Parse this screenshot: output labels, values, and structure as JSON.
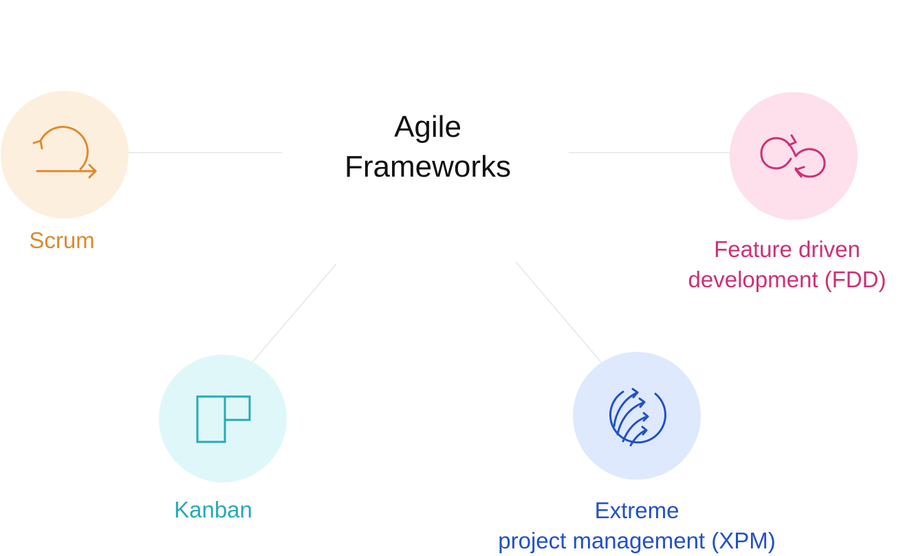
{
  "center": {
    "title_line1": "Agile",
    "title_line2": "Frameworks"
  },
  "frameworks": [
    {
      "label_lines": [
        "Scrum"
      ],
      "icon": "scrum-loop-arrow-icon",
      "color": "#dd8a2f",
      "bg": "#fdefde"
    },
    {
      "label_lines": [
        "Feature driven",
        "development (FDD)"
      ],
      "icon": "fdd-cycle-arrows-icon",
      "color": "#cf2f76",
      "bg": "#fde0ec"
    },
    {
      "label_lines": [
        "Kanban"
      ],
      "icon": "kanban-board-icon",
      "color": "#27aab8",
      "bg": "#e0f7fa"
    },
    {
      "label_lines": [
        "Extreme",
        "project management (XPM)"
      ],
      "icon": "xpm-globe-arrows-icon",
      "color": "#2250c9",
      "bg": "#dfe9fd"
    }
  ],
  "colors": {
    "connector": "#e6e6e6",
    "title": "#111111"
  }
}
